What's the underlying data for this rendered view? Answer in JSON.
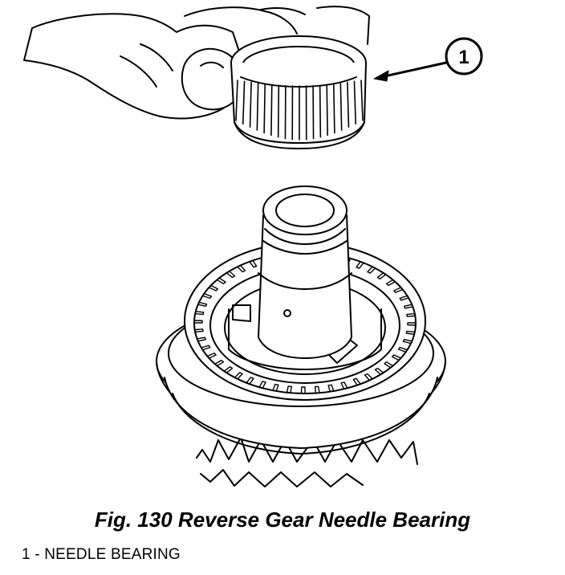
{
  "figure": {
    "caption": "Fig. 130 Reverse Gear Needle Bearing",
    "callouts": [
      {
        "number": "1",
        "label": "NEEDLE BEARING"
      }
    ],
    "legend_text": "1 - NEEDLE BEARING"
  }
}
